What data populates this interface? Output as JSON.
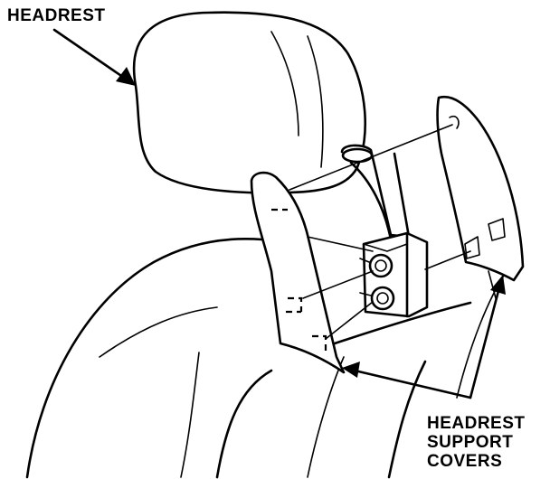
{
  "labels": {
    "headrest": "HEADREST",
    "covers_line1": "HEADREST",
    "covers_line2": "SUPPORT",
    "covers_line3": "COVERS"
  },
  "parts": [
    {
      "name": "headrest"
    },
    {
      "name": "seat-back"
    },
    {
      "name": "left-support-cover"
    },
    {
      "name": "right-support-cover"
    },
    {
      "name": "support-post"
    },
    {
      "name": "mounting-bracket"
    },
    {
      "name": "bolt"
    }
  ]
}
